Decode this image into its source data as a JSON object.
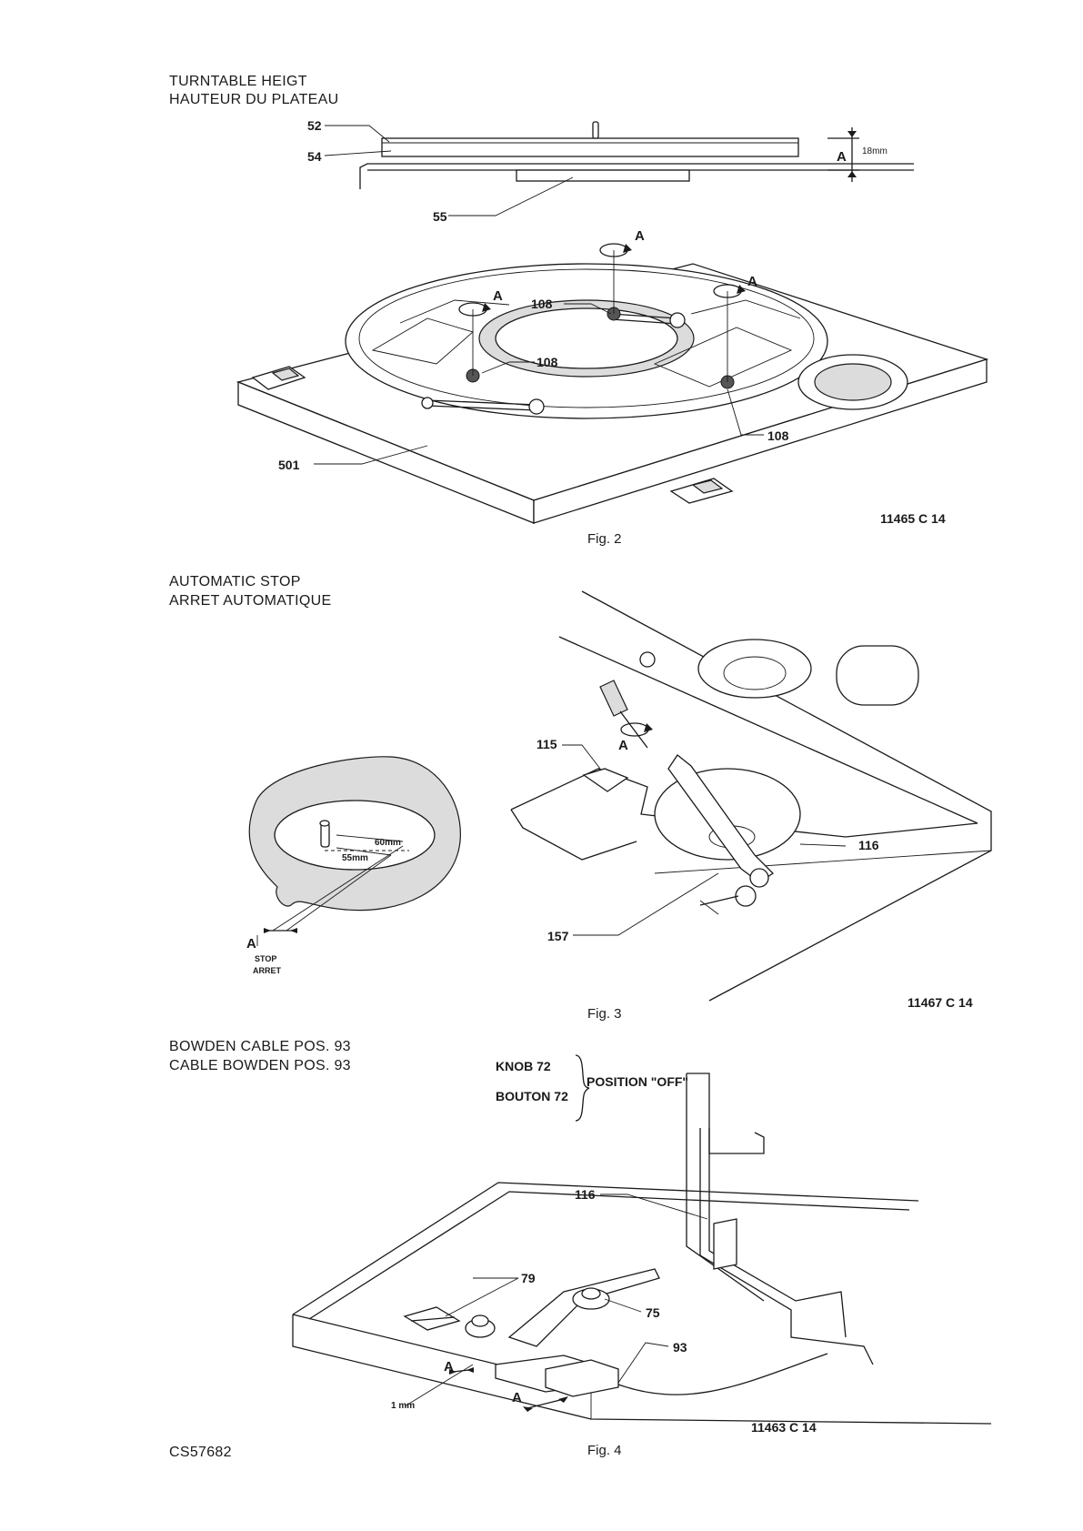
{
  "sections": [
    {
      "heading_1": "TURNTABLE HEIGT",
      "heading_2": "HAUTEUR DU PLATEAU"
    },
    {
      "heading_1": "AUTOMATIC STOP",
      "heading_2": "ARRET AUTOMATIQUE"
    },
    {
      "heading_1": "BOWDEN CABLE POS. 93",
      "heading_2": "CABLE BOWDEN POS. 93"
    }
  ],
  "figures": {
    "fig2": {
      "caption": "Fig. 2",
      "code": "11465 C 14",
      "labels": {
        "p52": "52",
        "p54": "54",
        "p55": "55",
        "p108a": "108",
        "p108b": "108",
        "p108c": "108",
        "p501": "501",
        "dim": "18mm",
        "A1": "A",
        "A2": "A",
        "A3": "A",
        "A4": "A"
      }
    },
    "fig3": {
      "caption": "Fig. 3",
      "code": "11467 C 14",
      "labels": {
        "p115": "115",
        "p116": "116",
        "p157": "157",
        "A_screw": "A",
        "A_stop": "A",
        "stop": "STOP",
        "arret": "ARRET",
        "d60": "60mm",
        "d55": "55mm"
      }
    },
    "fig4": {
      "caption": "Fig. 4",
      "code": "11463 C 14",
      "knob": "KNOB 72",
      "bouton": "BOUTON 72",
      "position": "POSITION \"OFF\"",
      "labels": {
        "p116": "116",
        "p79": "79",
        "p75": "75",
        "p93": "93",
        "A1": "A",
        "A2": "A",
        "gap": "1 mm"
      }
    }
  },
  "document_code": "CS57682"
}
